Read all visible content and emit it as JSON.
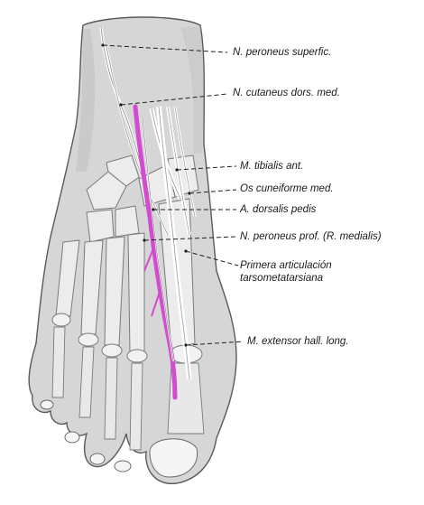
{
  "labels": {
    "peroneus_superfic": "N. peroneus superfic.",
    "cutaneus_dors_med": "N. cutaneus dors. med.",
    "tibialis_ant": "M. tibialis ant.",
    "cuneiforme_med": "Os cuneiforme med.",
    "dorsalis_pedis": "A. dorsalis pedis",
    "peroneus_prof": "N. peroneus prof. (R. medialis)",
    "primera_art_line1": "Primera articulación",
    "primera_art_line2": "tarsometatarsiana",
    "extensor_hall": "M. extensor hall. long."
  },
  "colors": {
    "artery": "#d24bd0",
    "skin": "#d6d6d6",
    "outline": "#5a5a5a",
    "bone": "#ececec"
  }
}
